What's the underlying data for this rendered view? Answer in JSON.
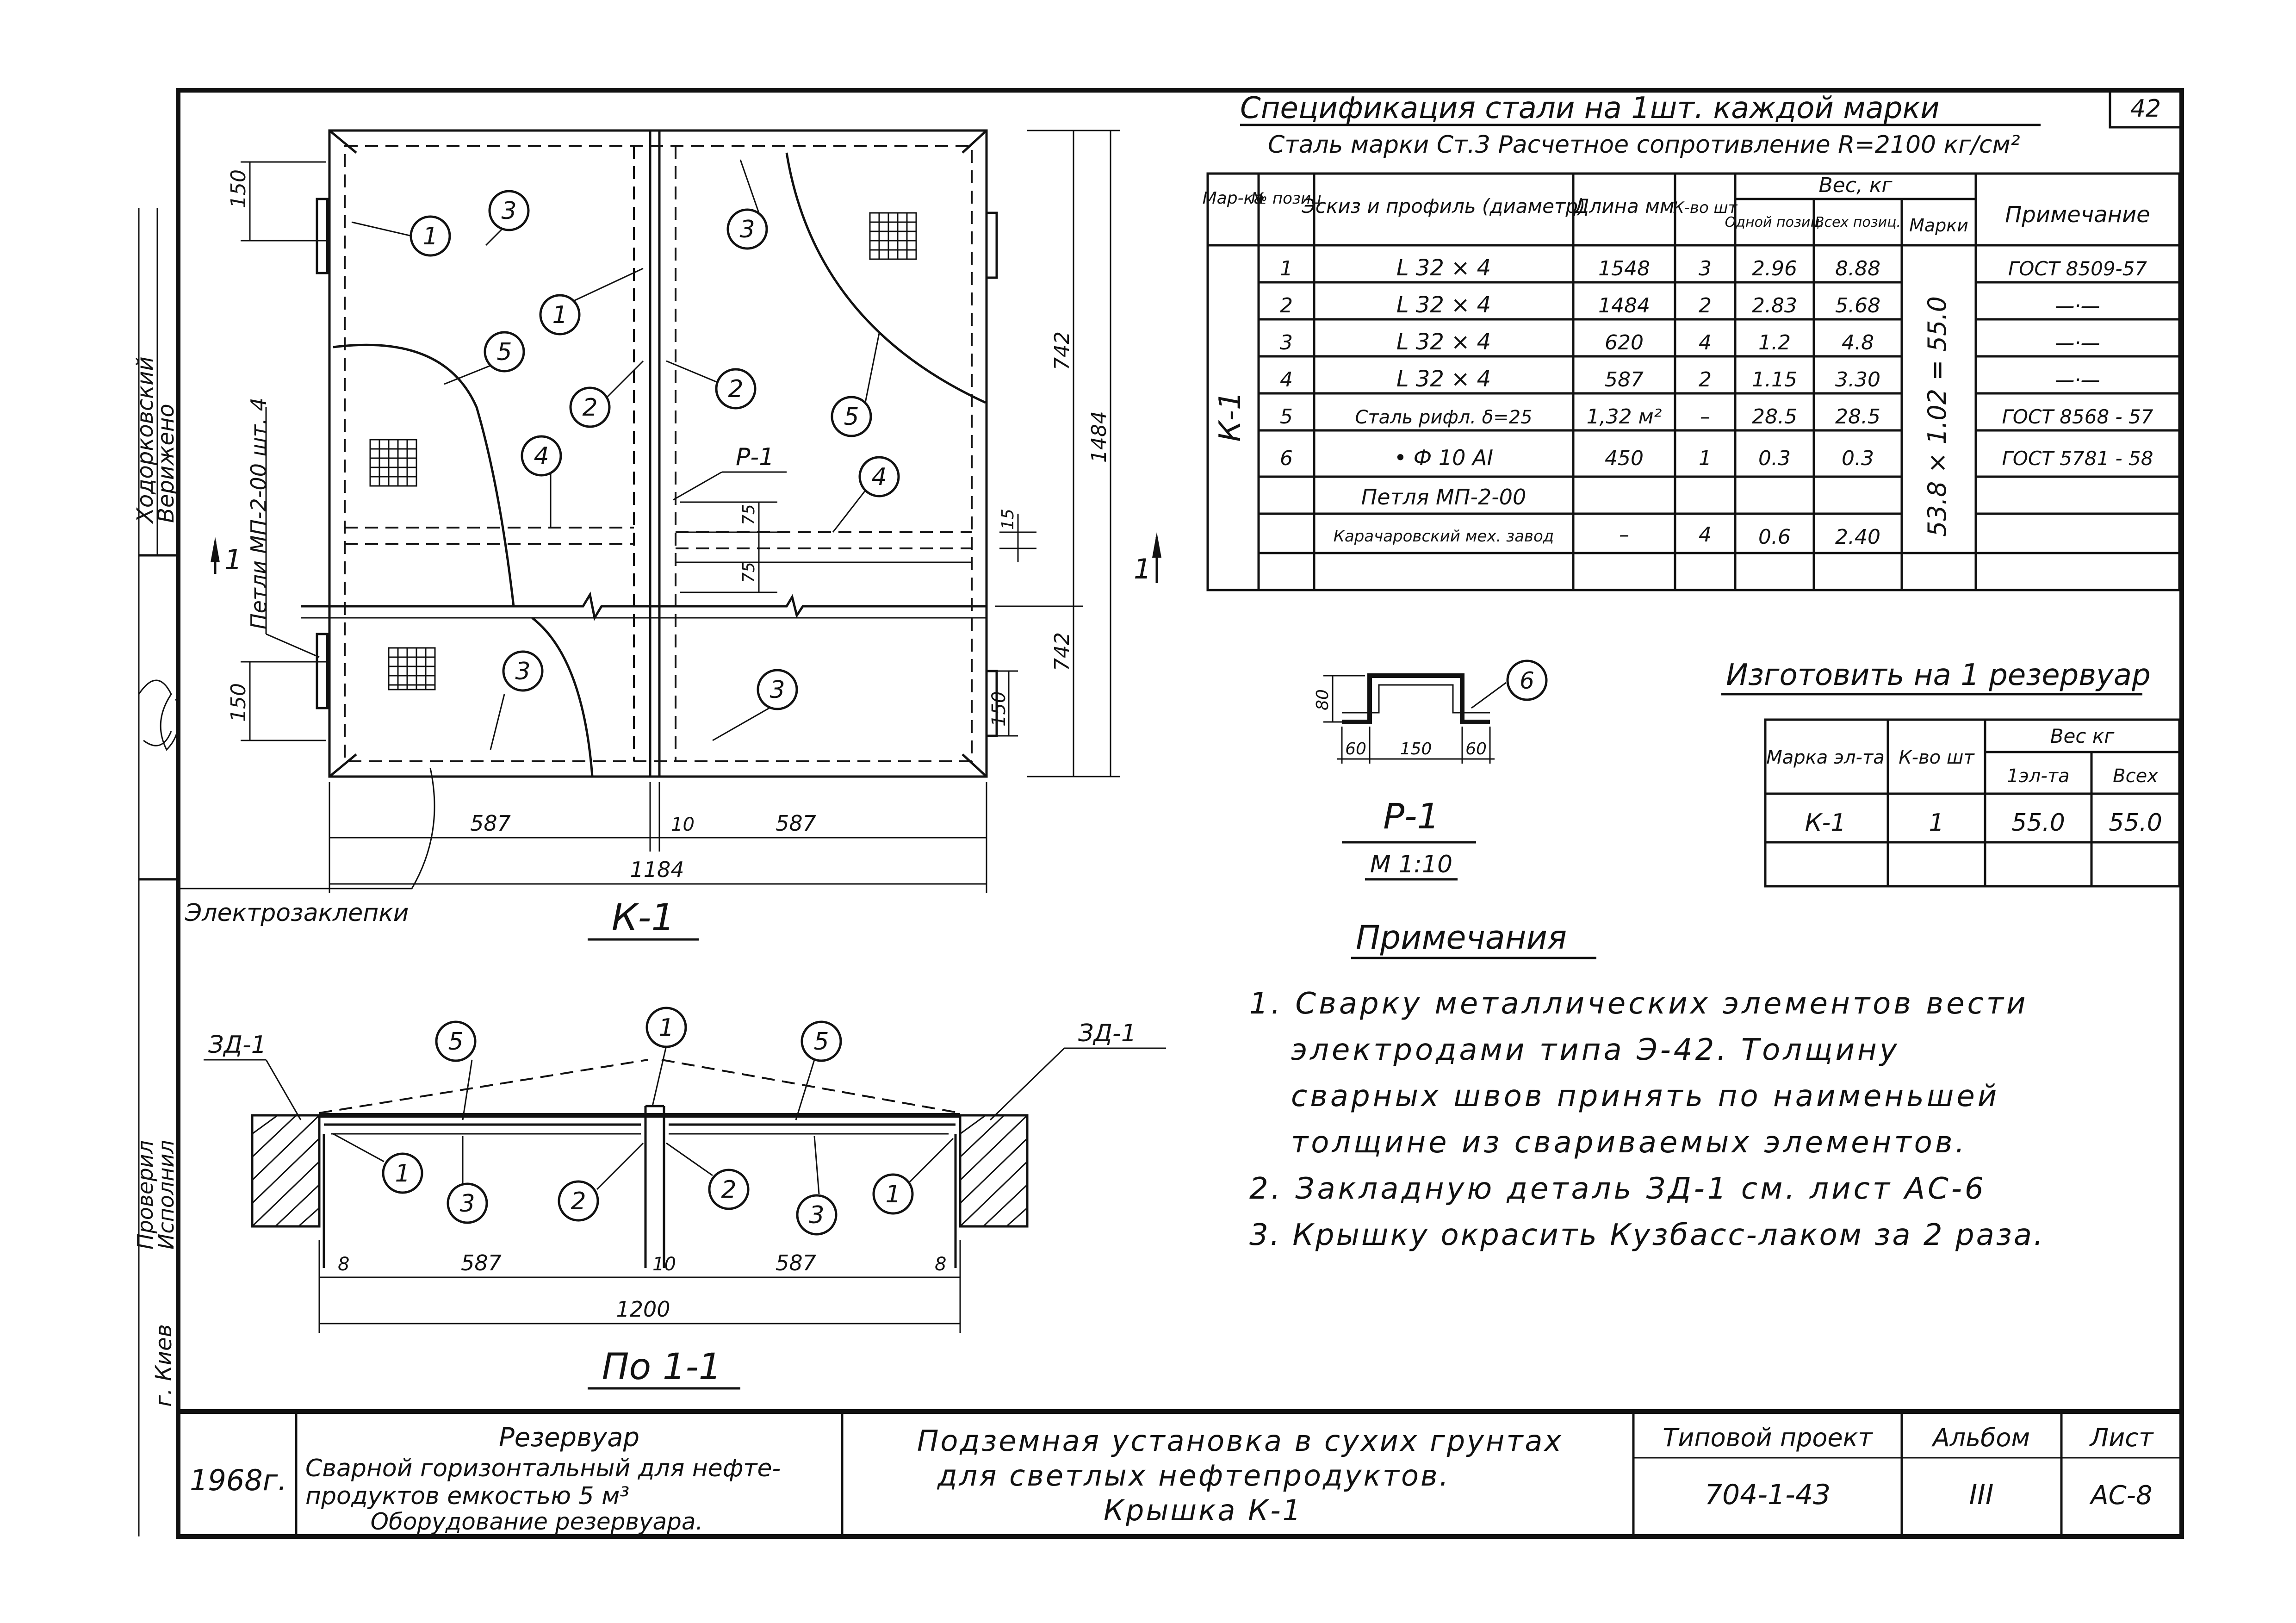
{
  "sheet_no": "42",
  "spec": {
    "title": "Спецификация стали на 1шт. каждой марки",
    "subtitle": "Сталь марки Ст.3 Расчетное сопротивление R=2100 кг/см²",
    "headers": {
      "mark": "Мар-ка",
      "pos": "№ позиц",
      "sketch": "Эскиз и профиль (диаметр)",
      "length": "Длина мм",
      "qty": "К-во шт",
      "weight": "Вес, кг",
      "w_one": "Одной позиц.",
      "w_all": "Всех позиц.",
      "w_mark": "Марки",
      "note": "Примечание"
    },
    "mark": "К-1",
    "mark_weight": "53.8 × 1.02 = 55.0",
    "rows": [
      {
        "pos": "1",
        "profile": "L 32 × 4",
        "length": "1548",
        "qty": "3",
        "one": "2.96",
        "all": "8.88",
        "note": "ГОСТ 8509-57"
      },
      {
        "pos": "2",
        "profile": "L 32 × 4",
        "length": "1484",
        "qty": "2",
        "one": "2.83",
        "all": "5.68",
        "note": "—·—"
      },
      {
        "pos": "3",
        "profile": "L 32 × 4",
        "length": "620",
        "qty": "4",
        "one": "1.2",
        "all": "4.8",
        "note": "—·—"
      },
      {
        "pos": "4",
        "profile": "L 32 × 4",
        "length": "587",
        "qty": "2",
        "one": "1.15",
        "all": "3.30",
        "note": "—·—"
      },
      {
        "pos": "5",
        "profile": "Сталь рифл. δ=25",
        "length": "1,32 м²",
        "qty": "–",
        "one": "28.5",
        "all": "28.5",
        "note": "ГОСТ 8568 - 57"
      },
      {
        "pos": "6",
        "profile": "• Ф 10 АI",
        "length": "450",
        "qty": "1",
        "one": "0.3",
        "all": "0.3",
        "note": "ГОСТ 5781 - 58"
      },
      {
        "pos": "",
        "profile": "Петля МП-2-00",
        "length": "",
        "qty": "",
        "one": "",
        "all": "",
        "note": ""
      },
      {
        "pos": "",
        "profile": "Карачаровский мех. завод",
        "length": "–",
        "qty": "4",
        "one": "0.6",
        "all": "2.40",
        "note": ""
      }
    ]
  },
  "make": {
    "title": "Изготовить на 1 резервуар",
    "headers": {
      "mark": "Марка эл-та",
      "qty": "К-во шт",
      "weight": "Вес кг",
      "one": "1эл-та",
      "all": "Всех"
    },
    "rows": [
      {
        "mark": "К-1",
        "qty": "1",
        "one": "55.0",
        "all": "55.0"
      }
    ]
  },
  "plan": {
    "title": "К-1",
    "dims": {
      "left": "587",
      "mid": "10",
      "right": "587",
      "total": "1184",
      "top": "150",
      "bottom": "150",
      "h_top": "742",
      "h_bot": "742",
      "h_total": "1484",
      "d75a": "75",
      "d75b": "75",
      "d15": "15",
      "hinge_right": "150"
    },
    "labels": {
      "hinge": "Петли МП-2-00 шт. 4",
      "weld": "Электрозаклепки",
      "p1": "Р-1",
      "sec": "1"
    },
    "positions": [
      "1",
      "2",
      "3",
      "4",
      "5"
    ]
  },
  "section": {
    "title": "По 1-1",
    "dims": {
      "a": "8",
      "b": "587",
      "c": "10",
      "d": "587",
      "e": "8",
      "total": "1200"
    },
    "labels": {
      "zd": "ЗД-1"
    }
  },
  "detail": {
    "title": "Р-1",
    "scale": "М 1:10",
    "dims": {
      "a": "60",
      "b": "150",
      "c": "60",
      "h": "80"
    },
    "pos": "6"
  },
  "notes": {
    "title": "Примечания",
    "lines": [
      "1. Сварку металлических элементов вести",
      "электродами типа Э-42. Толщину",
      "сварных швов принять по наименьшей",
      "толщине из свариваемых элементов.",
      "2. Закладную деталь ЗД-1 см. лист АС-6",
      "3. Крышку окрасить Кузбасс-лаком за 2 раза."
    ]
  },
  "stamp": {
    "year": "1968г.",
    "object": [
      "Резервуар",
      "Сварной горизонтальный для нефте-",
      "продуктов емкостью 5 м³",
      "Оборудование резервуара."
    ],
    "title": [
      "Подземная установка в сухих грунтах",
      "для светлых нефтепродуктов.",
      "Крышка К-1"
    ],
    "project_label": "Типовой проект",
    "project": "704-1-43",
    "album_label": "Альбом",
    "album": "III",
    "sheet_label": "Лист",
    "sheet": "АС-8"
  },
  "side": {
    "top": [
      "Ходорковский",
      "Верижено"
    ],
    "mid": [
      "Проверил",
      "Исполнил"
    ],
    "bottom": "г. Киев"
  }
}
